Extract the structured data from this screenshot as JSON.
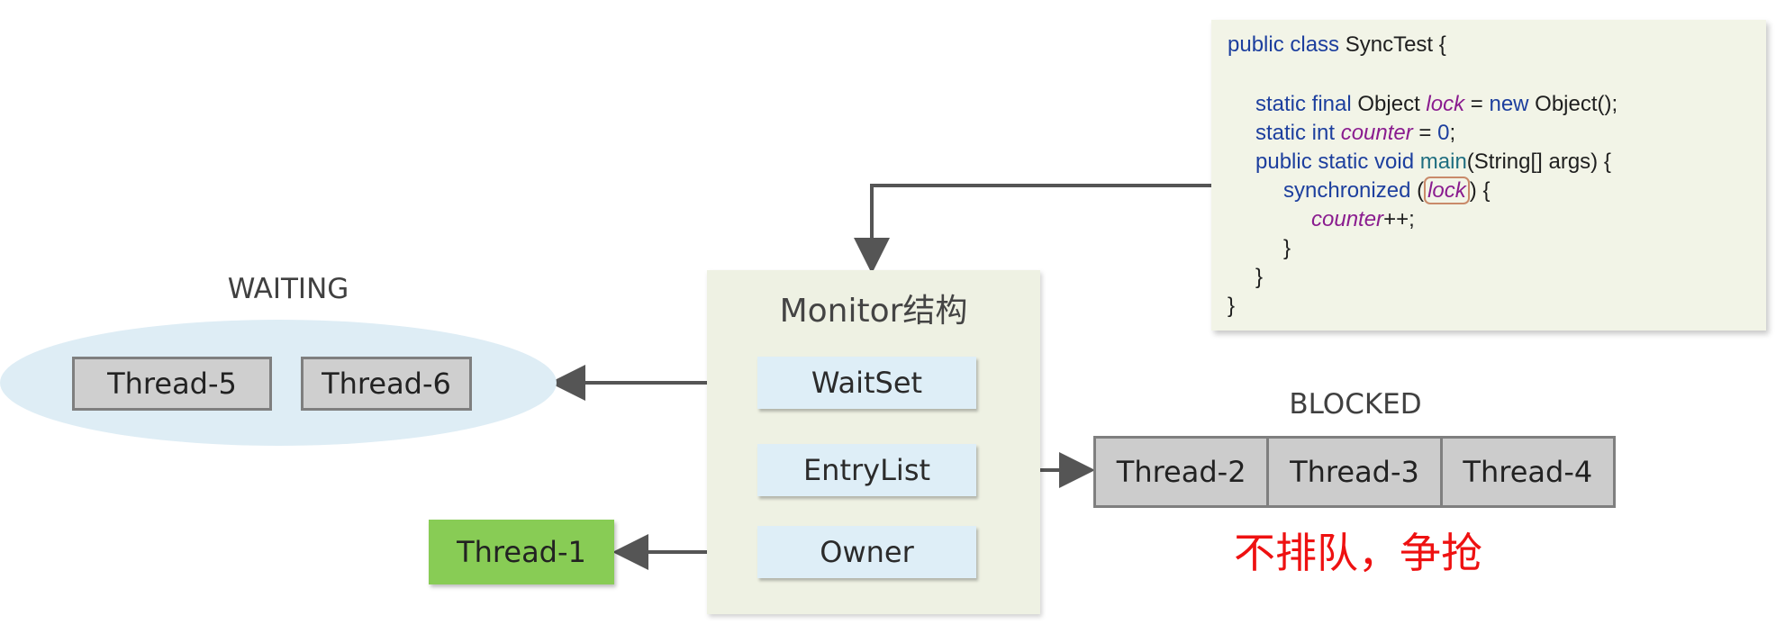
{
  "code": {
    "class_open": {
      "kw": "public class",
      "name": " SyncTest {"
    },
    "lock_decl": {
      "kw": "static final",
      "type": " Object ",
      "field": "lock",
      "eq": " = ",
      "new_kw": "new",
      "ctor": " Object();"
    },
    "counter_decl": {
      "kw": "static int",
      "sp": " ",
      "field": "counter",
      "eq": " = ",
      "num": "0",
      "end": ";"
    },
    "main_decl": {
      "kw": "public static void",
      "sp": " ",
      "method": "main",
      "params": "(String[] args) {"
    },
    "sync_line": {
      "kw": "synchronized",
      "open": " (",
      "field": "lock",
      "close": ") {"
    },
    "incr_line": {
      "field": "counter",
      "op": "++;"
    },
    "close_inner": "}",
    "close_main": "}",
    "close_class": "}"
  },
  "monitor": {
    "title": "Monitor结构",
    "waitset_label": "WaitSet",
    "entrylist_label": "EntryList",
    "owner_label": "Owner"
  },
  "waiting": {
    "label": "WAITING",
    "threads": [
      "Thread-5",
      "Thread-6"
    ]
  },
  "blocked": {
    "label": "BLOCKED",
    "threads": [
      "Thread-2",
      "Thread-3",
      "Thread-4"
    ],
    "note": "不排队，争抢"
  },
  "owner_thread": "Thread-1",
  "colors": {
    "monitor_bg": "#eef1e3",
    "slot_bg": "#deeef7",
    "owner_green": "#88cc55",
    "note_red": "#ee1111",
    "thread_gray": "#cccccc",
    "arrow": "#555555"
  }
}
